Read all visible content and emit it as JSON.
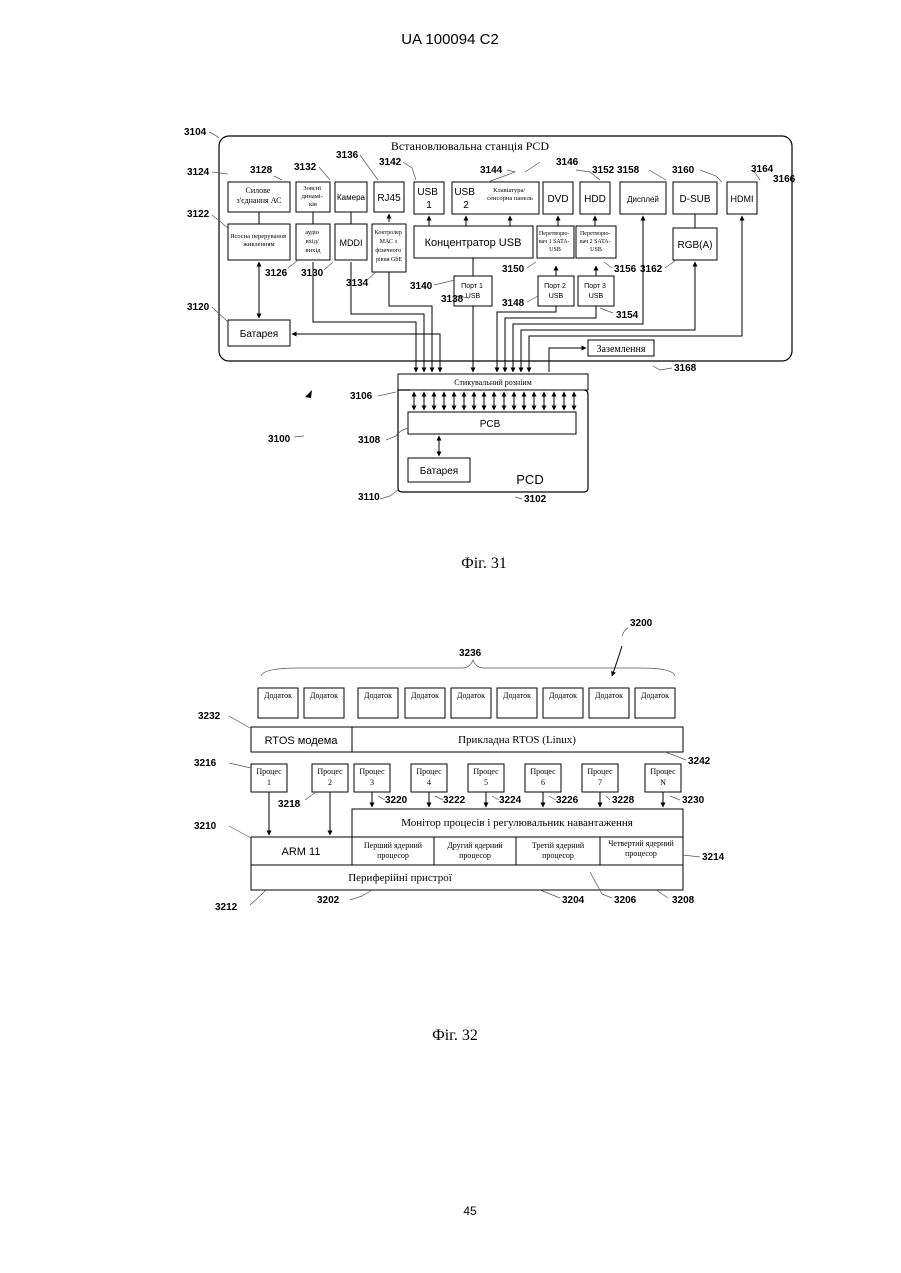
{
  "header": {
    "text": "UA   100094   C2"
  },
  "page_number": "45",
  "fig31": {
    "caption": "Фіг. 31",
    "station_title": "Встановлювальна станція PCD",
    "boxes": {
      "ac_power": [
        "Силове",
        "з'єднання АС"
      ],
      "battery_charger": [
        "Ясосна переруванов",
        "живленням"
      ],
      "speaker": [
        "Зовсні",
        "динамі-",
        "ків"
      ],
      "audio_io": [
        "аудіо",
        "вхід/",
        "вихід"
      ],
      "camera": "Камера",
      "mddi": "MDDI",
      "rj45": "RJ45",
      "mac_controller": [
        "Контролер",
        "МАС з",
        "фізичного",
        "рівня GbE"
      ],
      "usb1": [
        "USB",
        "1"
      ],
      "usb2": [
        "USB",
        "2"
      ],
      "keyboard": [
        "Клавіатура/",
        "сенсорна панель"
      ],
      "dvd": "DVD",
      "hdd": "HDD",
      "display": "Дисплей",
      "dsub": "D-SUB",
      "hdmi": "HDMI",
      "usb_hub": "Концентратор USB",
      "sata_conv1": [
        "Перетворю-",
        "вач 1 SATA-",
        "USB"
      ],
      "sata_conv2": [
        "Перетворю-",
        "вач 2 SATA-",
        "USB"
      ],
      "rgb": "RGB(A)",
      "usb_port1": [
        "Порт 1",
        "USB"
      ],
      "usb_port2": [
        "Порт 2",
        "USB"
      ],
      "usb_port3": [
        "Порт 3",
        "USB"
      ],
      "battery_station": "Батарея",
      "ground": "Заземлення",
      "docking": "Стикувальний розніим",
      "pcb": "PCB",
      "battery_pcd": "Батарея",
      "pcd": "PCD"
    },
    "refs": {
      "r3104": "3104",
      "r3124": "3124",
      "r3128": "3128",
      "r3132": "3132",
      "r3136": "3136",
      "r3142": "3142",
      "r3144": "3144",
      "r3146": "3146",
      "r3152": "3152",
      "r3158": "3158",
      "r3160": "3160",
      "r3164": "3164",
      "r3166": "3166",
      "r3122": "3122",
      "r3126": "3126",
      "r3130": "3130",
      "r3134": "3134",
      "r3140": "3140",
      "r3138": "3138",
      "r3150": "3150",
      "r3148": "3148",
      "r3156": "3156",
      "r3162": "3162",
      "r3154": "3154",
      "r3120": "3120",
      "r3168": "3168",
      "r3106": "3106",
      "r3100": "3100",
      "r3108": "3108",
      "r3110": "3110",
      "r3102": "3102"
    }
  },
  "fig32": {
    "caption": "Фіг. 32",
    "apps": [
      "Додаток",
      "Додаток",
      "Додаток",
      "Додаток",
      "Додаток",
      "Додаток",
      "Додаток",
      "Додаток",
      "Додаток"
    ],
    "rtos_modem": "RTOS модема",
    "rtos_app": "Прикладна RTOS (Linux)",
    "processes": [
      [
        "Процес",
        "1"
      ],
      [
        "Процес",
        "2"
      ],
      [
        "Процес",
        "3"
      ],
      [
        "Процес",
        "4"
      ],
      [
        "Процес",
        "5"
      ],
      [
        "Процес",
        "6"
      ],
      [
        "Процес",
        "7"
      ],
      [
        "Процес",
        "N"
      ]
    ],
    "monitor": "Монітор процесів і регулювальник навантаження",
    "arm": "ARM 11",
    "cores": [
      [
        "Перший ядерний",
        "процесор"
      ],
      [
        "Другий ядерний",
        "процесор"
      ],
      [
        "Третій ядерний",
        "процесор"
      ],
      [
        "Четвертий ядерний",
        "процесор"
      ]
    ],
    "peripherals": "Периферійні пристрої",
    "refs": {
      "r3200": "3200",
      "r3236": "3236",
      "r3232": "3232",
      "r3242": "3242",
      "r3216": "3216",
      "r3218": "3218",
      "r3220": "3220",
      "r3222": "3222",
      "r3224": "3224",
      "r3226": "3226",
      "r3228": "3228",
      "r3230": "3230",
      "r3210": "3210",
      "r3214": "3214",
      "r3212": "3212",
      "r3202": "3202",
      "r3204": "3204",
      "r3206": "3206",
      "r3208": "3208"
    }
  }
}
